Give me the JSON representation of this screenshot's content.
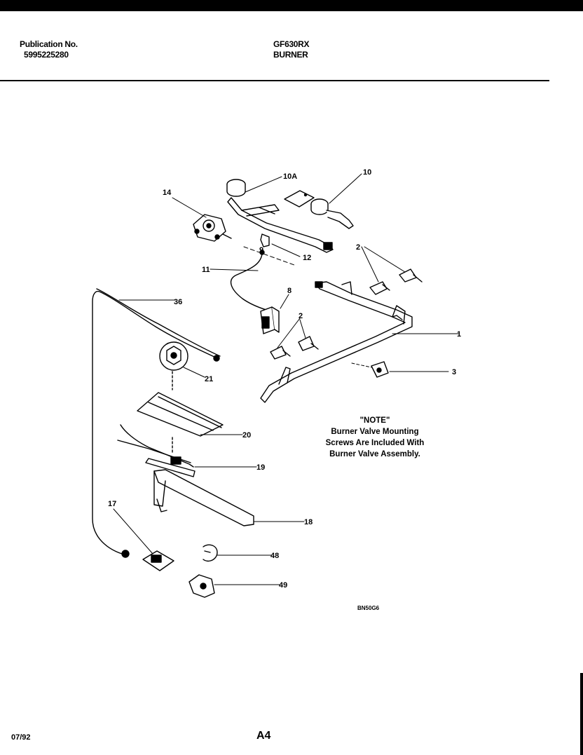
{
  "header": {
    "publication_label": "Publication No.",
    "publication_number": "5995225280",
    "model": "GF630RX",
    "section": "BURNER"
  },
  "callouts": {
    "c10a": "10A",
    "c10": "10",
    "c14": "14",
    "c12": "12",
    "c9": "9",
    "c2a": "2",
    "c11": "11",
    "c8": "8",
    "c36": "36",
    "c2b": "2",
    "c1": "1",
    "c21": "21",
    "c3": "3",
    "c20": "20",
    "c19": "19",
    "c17": "17",
    "c18": "18",
    "c48": "48",
    "c49": "49"
  },
  "note": {
    "title": "\"NOTE\"",
    "lines": [
      "Burner Valve Mounting",
      "Screws Are Included With",
      "Burner Valve Assembly."
    ]
  },
  "diagram_code": "BN50G6",
  "footer": {
    "date": "07/92",
    "page": "A4"
  }
}
